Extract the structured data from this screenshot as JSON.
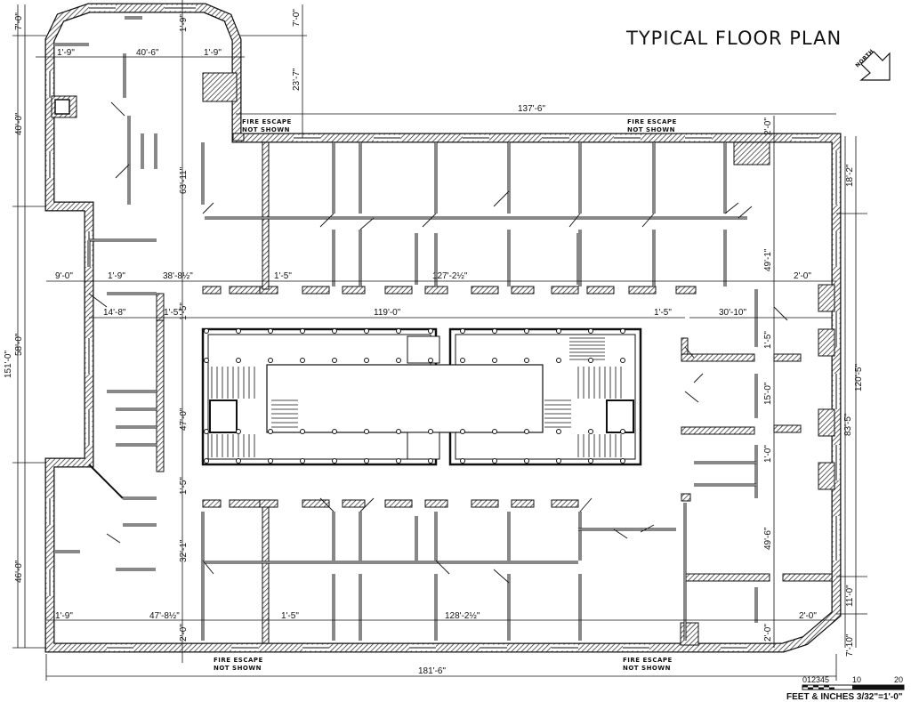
{
  "title": "TYPICAL FLOOR PLAN",
  "north_label": "NORTH",
  "icons": [
    "north-arrow-icon"
  ],
  "notes": {
    "fire_escape_1": [
      "FIRE ESCAPE",
      "NOT SHOWN"
    ],
    "fire_escape_2": [
      "FIRE ESCAPE",
      "NOT SHOWN"
    ],
    "fire_escape_3": [
      "FIRE ESCAPE",
      "NOT SHOWN"
    ],
    "fire_escape_4": [
      "FIRE ESCAPE",
      "NOT SHOWN"
    ]
  },
  "dimensions": {
    "left_7_0": "7'-0\"",
    "left_40_0": "40'-0\"",
    "left_58_0": "58'-0\"",
    "left_151_0": "151'-0\"",
    "left_46_0": "46'-0\"",
    "top_1_9_a": "1'-9\"",
    "top_40_6": "40'-6\"",
    "top_1_9_b": "1'-9\"",
    "v_1_9": "1'-9\"",
    "v_7_0": "7'-0\"",
    "v_23_7": "23'-7\"",
    "v_63_11": "63'-11\"",
    "top_137_6": "137'-6\"",
    "v_2_0_top": "2'-0\"",
    "right_18_2": "18'-2\"",
    "row1_9_0": "9'-0\"",
    "row1_1_9": "1'-9\"",
    "row1_38_8": "38'-8½\"",
    "row1_1_5": "1'-5\"",
    "row1_127_2": "127'-2½\"",
    "v_49_1": "49'-1\"",
    "row1_2_0": "2'-0\"",
    "row2_14_8": "14'-8\"",
    "row2_1_5_a": "1'-5\"",
    "v_1_5_a": "1'-5\"",
    "row2_119_0": "119'-0\"",
    "row2_1_5_b": "1'-5\"",
    "row2_30_10": "30'-10\"",
    "v_1_5_b": "1'-5\"",
    "right_120_5": "120'-5\"",
    "v_47_0": "47'-0\"",
    "v_15_0": "15'-0\"",
    "right_83_5": "83'-5\"",
    "v_1_0": "1'-0\"",
    "v_1_5_c": "1'-5\"",
    "v_32_1": "32'-1\"",
    "v_49_6": "49'-6\"",
    "right_11_0": "11'-0\"",
    "row3_1_9": "1'-9\"",
    "row3_47_8": "47'-8½\"",
    "row3_1_5": "1'-5\"",
    "row3_128_2": "128'-2½\"",
    "row3_2_0": "2'-0\"",
    "v_2_0_bl": "2'-0\"",
    "v_2_0_br": "2'-0\"",
    "right_7_10": "7'-10\"",
    "bottom_181_6": "181'-6\""
  },
  "scale": {
    "ticks": [
      "012345",
      "10",
      "20"
    ],
    "caption": "FEET & INCHES 3/32\"=1'-0\""
  }
}
